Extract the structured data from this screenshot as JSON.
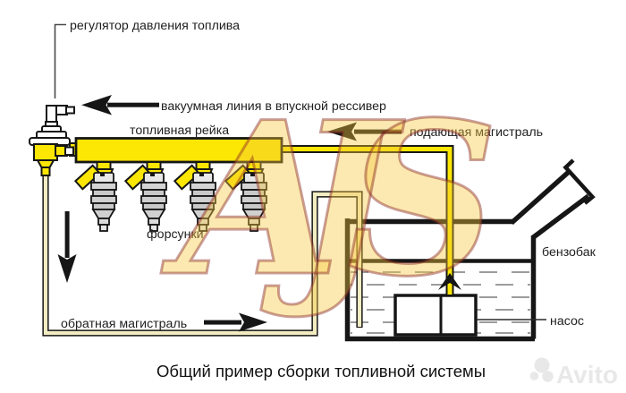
{
  "caption": "Общий пример сборки топливной системы",
  "labels": {
    "regulator": "регулятор давления топлива",
    "vacuum_line": "вакуумная линия в впускной рессивер",
    "fuel_rail": "топливная рейка",
    "supply_line": "подающая магистраль",
    "injectors": "форсунки",
    "fuel_tank": "бензобак",
    "pump": "насос",
    "return_line": "обратная магистраль"
  },
  "watermarks": {
    "center_brand": "AJS",
    "corner_brand": "Avito"
  },
  "colors": {
    "pipe_yellow": "#FBE604",
    "return_pipe_fill": "#F2ECC2",
    "injector_gray": "#CBCBCB",
    "diagram_outline": "#161616",
    "fuel_hatch_gray": "#8F8F8F",
    "label_text": "#1F1F1F",
    "watermark_gold": "#F7C73C",
    "watermark_outline": "#8A2A24",
    "avito_gray": "#E8E8E8"
  }
}
